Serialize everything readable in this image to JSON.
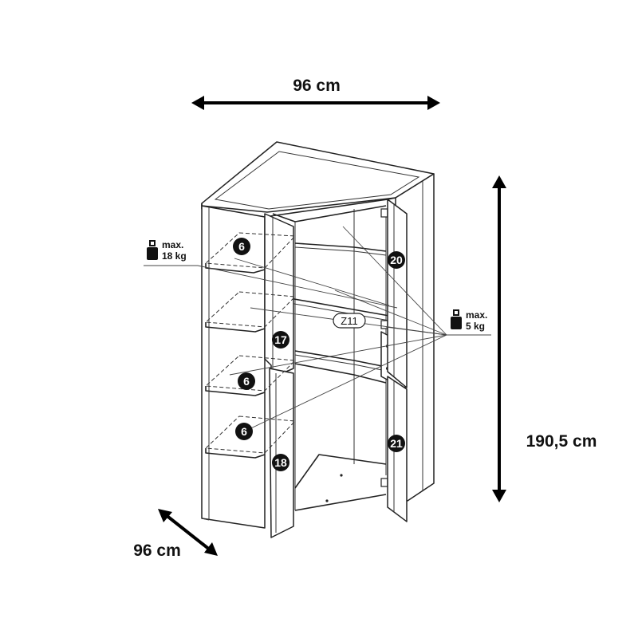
{
  "dimensions": {
    "width": "96 cm",
    "depth": "96 cm",
    "height": "190,5 cm"
  },
  "weight_limits": {
    "shelf_glass": {
      "line1": "max.",
      "line2": "18 kg"
    },
    "shelf_small": {
      "line1": "max.",
      "line2": "5 kg"
    }
  },
  "part_numbers": {
    "glass_shelf_a": "6",
    "glass_shelf_b": "6",
    "glass_shelf_c": "6",
    "left_door_top": "17",
    "left_door_bottom": "18",
    "right_door_top": "20",
    "right_door_bottom": "21"
  },
  "fitting_label": "Z11",
  "colors": {
    "line": "#222222",
    "badge": "#111111",
    "background": "#ffffff"
  },
  "icons": [
    "weight-icon",
    "double-arrow-icon"
  ]
}
